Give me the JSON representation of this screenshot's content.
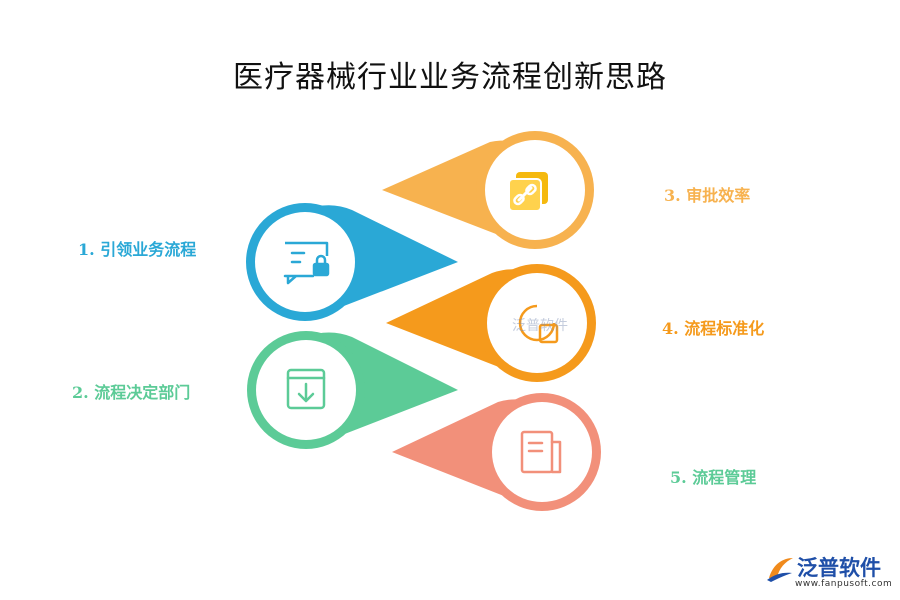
{
  "title": "医疗器械行业业务流程创新思路",
  "colors": {
    "step1": "#2aa8d6",
    "step2": "#5ccb97",
    "step3": "#f7b24f",
    "step4": "#f59a1c",
    "step5": "#f2907a",
    "icon_gold": "#f5b90f",
    "brand_blue": "#1f4fa8",
    "brand_orange": "#f08a1c"
  },
  "steps": [
    {
      "label": "1. 引领业务流程",
      "icon": "message-lock-icon",
      "color": "#2aa8d6"
    },
    {
      "label": "2. 流程决定部门",
      "icon": "inbox-download-icon",
      "color": "#5ccb97"
    },
    {
      "label": "3. 审批效率",
      "icon": "link-icon",
      "color": "#f7b24f"
    },
    {
      "label": "4. 流程标准化",
      "icon": "chart-pie-icon",
      "color": "#f59a1c"
    },
    {
      "label": "5. 流程管理",
      "icon": "document-icon",
      "color": "#f2907a"
    }
  ],
  "watermark": "泛普软件",
  "logo": {
    "name": "泛普软件",
    "url": "www.fanpusoft.com"
  }
}
